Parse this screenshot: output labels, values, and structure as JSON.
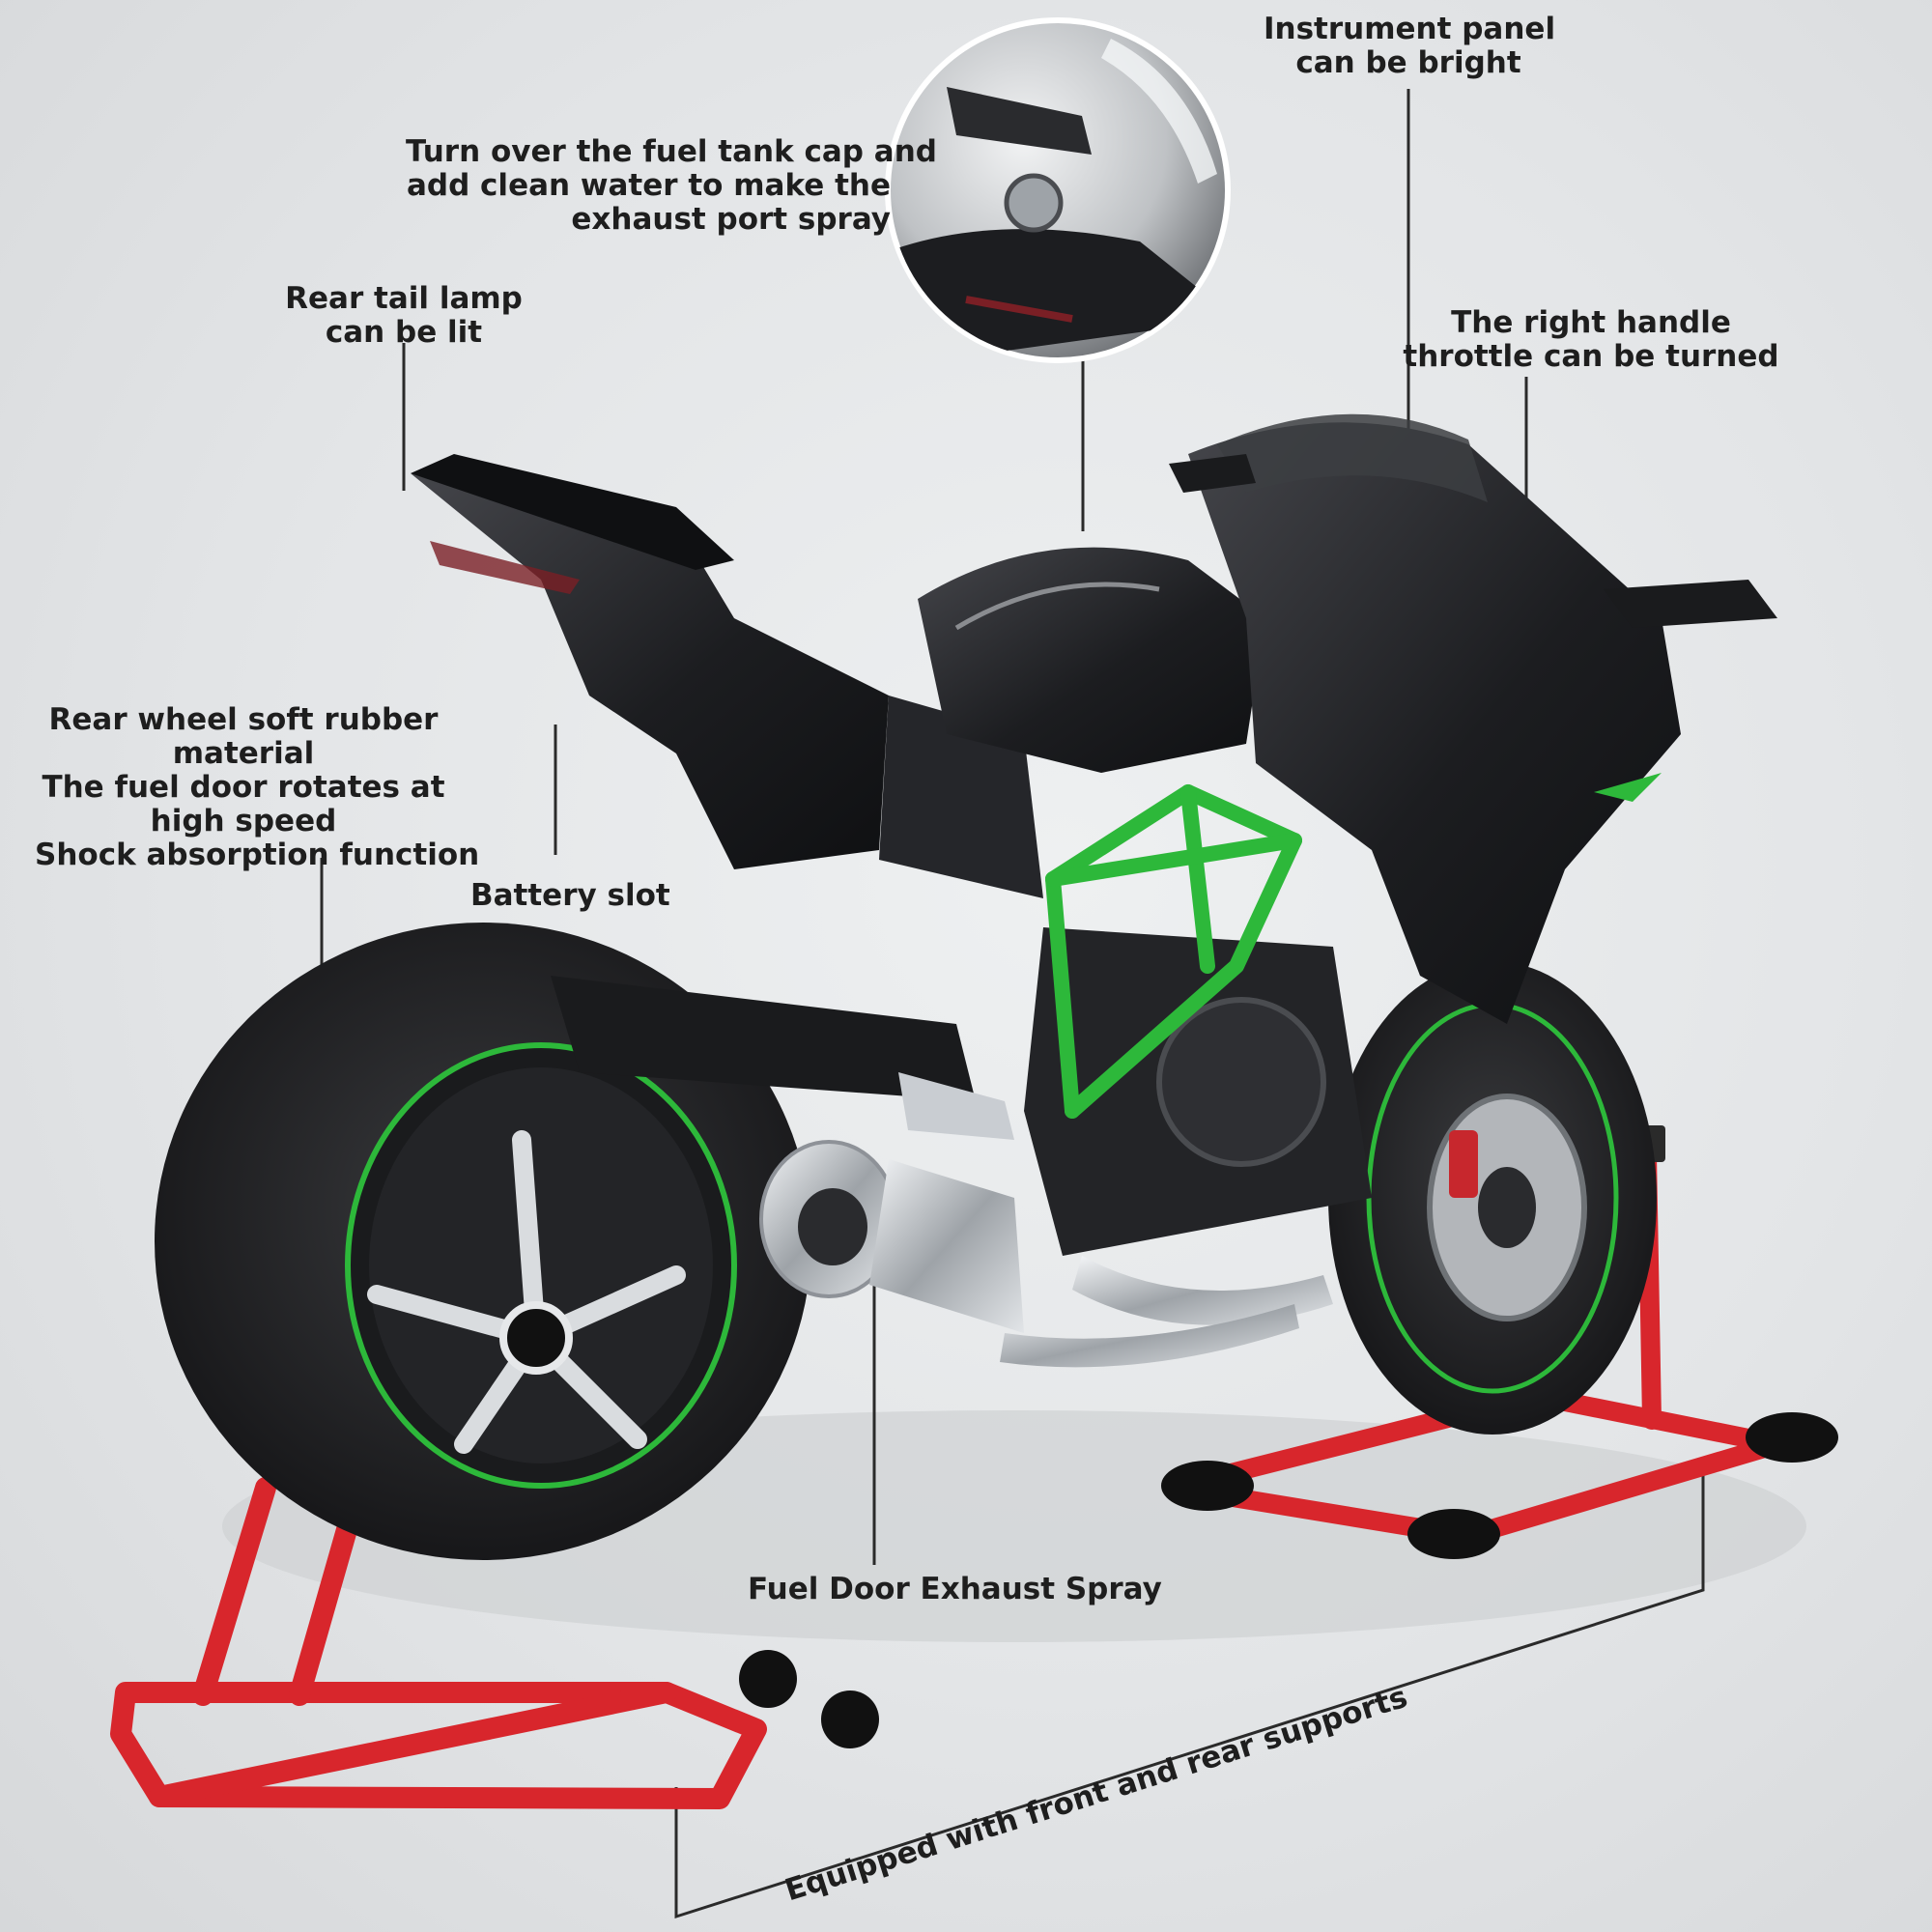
{
  "palette": {
    "background": "#e3e5e7",
    "body_black": "#1c1d20",
    "frame_green": "#2db83a",
    "stand_red": "#d8262c",
    "chrome": "#c9cdd2",
    "label_text": "#1e1e1e"
  },
  "labels": {
    "instrument_panel": [
      "Instrument panel",
      "can be bright"
    ],
    "fuel_tank_cap": [
      "Turn over the fuel tank cap and",
      "add clean water to make the",
      "exhaust port spray"
    ],
    "tail_lamp": [
      "Rear tail lamp",
      "can be lit"
    ],
    "right_handle": [
      "The right handle",
      "throttle can be turned"
    ],
    "rear_wheel": [
      "Rear wheel soft rubber",
      "material",
      "The fuel door rotates at",
      "high speed",
      "Shock absorption function"
    ],
    "battery_slot": "Battery slot",
    "fuel_door_exhaust": "Fuel Door Exhaust Spray",
    "supports": "Equipped with front and rear supports"
  }
}
